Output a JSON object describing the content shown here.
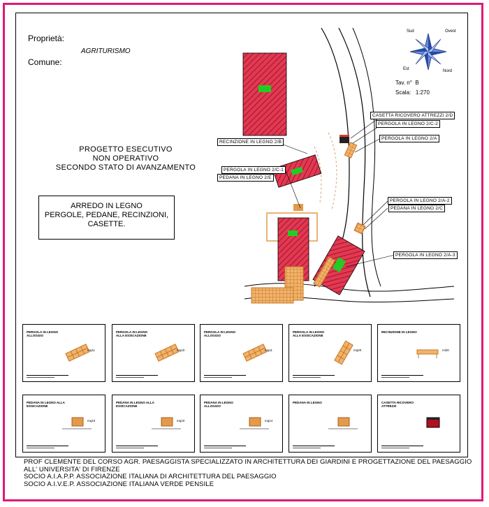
{
  "header": {
    "proprieta_label": "Proprietà:",
    "owner": "AGRITURISMO",
    "comune_label": "Comune:"
  },
  "compass": {
    "sud": "Sud",
    "ovest": "Ovest",
    "est": "Est",
    "nord": "Nord"
  },
  "tav": {
    "label": "Tav. n°",
    "value": "B",
    "scale_label": "Scala:",
    "scale_value": "1:270"
  },
  "title_block": {
    "line1": "PROGETTO ESECUTIVO",
    "line2": "NON OPERATIVO",
    "line3": "SECONDO STATO DI AVANZAMENTO"
  },
  "arredo_box": {
    "line1": "ARREDO IN LEGNO",
    "line2": "PERGOLE, PEDANE, RECINZIONI,",
    "line3": "CASETTE."
  },
  "tags": {
    "casetta": "CASETTA RICOVERO ATTREZZI 2/D",
    "pergola_2c2": "PERGOLA IN LEGNO 2/C-2",
    "pergola_2a": "PERGOLA IN LEGNO 2/A",
    "recinzione_2b": "RECINZIONE IN LEGNO 2/B",
    "pergola_2c1": "PERGOLA IN LEGNO 2/C-1",
    "pedana_2e": "PEDANA IN LEGNO 2/E",
    "pergola_2a2": "PERGOLA IN LEGNO 2/A-2",
    "pedana_2c": "PEDANA IN LEGNO 2/C",
    "pergola_2a3": "PERGOLA IN LEGNO 2/A-3"
  },
  "sheets": [
    {
      "title": "PERGOLA IN LEGNO ALLOGGIO",
      "scale": "mq11"
    },
    {
      "title": "PERGOLA IN LEGNO ALLA ESSICAZIONE",
      "scale": "mq10"
    },
    {
      "title": "PERGOLA IN LEGNO ALLOGGIO",
      "scale": "mq11"
    },
    {
      "title": "PERGOLA IN LEGNO ALLA ESSICAZIONE",
      "scale": "mq20"
    },
    {
      "title": "RECINZIONE IN LEGNO",
      "scale": "ml40"
    },
    {
      "title": "PEDANA IN LEGNO ALLA ESSICAZIONE",
      "scale": "mq10"
    },
    {
      "title": "PEDANA IN LEGNO ALLA ESSICAZIONE",
      "scale": "mq10"
    },
    {
      "title": "PEDANA IN LEGNO ALLOGGIO",
      "scale": "mq14"
    },
    {
      "title": "PEDANA IN LEGNO",
      "scale": ""
    },
    {
      "title": "CASETTA RICOVERO ATTREZZI",
      "scale": ""
    }
  ],
  "footer": {
    "line1": "PROF CLEMENTE DEL CORSO AGR. PAESAGGISTA SPECIALIZZATO IN ARCHITETTURA DEI GIARDINI E PROGETTAZIONE DEL PAESAGGIO",
    "line2": "ALL' UNIVERSITA' DI FIRENZE",
    "line3": "SOCIO A.I.A.P.P. ASSOCIAZIONE ITALIANA DI ARCHITETTURA DEL PAESAGGIO",
    "line4": "SOCIO A.I.V.E.P. ASSOCIAZIONE ITALIANA VERDE PENSILE"
  },
  "colors": {
    "frame": "#e0197a",
    "roof": "#cc1133",
    "wood": "#e39a4a",
    "green": "#22cc22"
  }
}
